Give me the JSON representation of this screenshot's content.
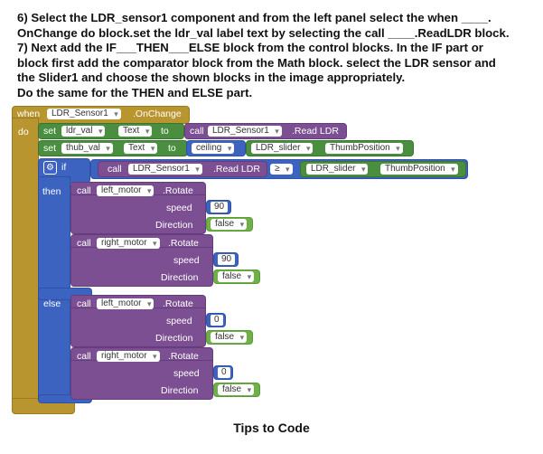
{
  "instructions": [
    "6) Select the LDR_sensor1 component and from the left panel select the when ____.",
    "OnChange do block.set the ldr_val label text by selecting the call ____.ReadLDR block.",
    "7) Next add the IF___THEN___ELSE block from the control blocks. In the IF part or",
    "block first add the comparator block from the Math block. select the LDR sensor and",
    "the Slider1 and choose the shown blocks in the image appropriately.",
    "Do the same for the THEN and ELSE part."
  ],
  "caption": "Tips to Code",
  "event_block": {
    "when": "when",
    "component": "LDR_Sensor1",
    "event": ".OnChange",
    "do": "do"
  },
  "set1": {
    "set": "set",
    "component": "ldr_val",
    "property": "Text",
    "to": "to",
    "call": "call",
    "call_component": "LDR_Sensor1",
    "method": ".Read LDR"
  },
  "set2": {
    "set": "set",
    "component": "thub_val",
    "property": "Text",
    "to": "to",
    "function": "ceiling",
    "slider": "LDR_slider",
    "slider_prop": "ThumbPosition"
  },
  "if_block": {
    "if": "if",
    "then": "then",
    "else": "else",
    "call": "call",
    "component": "LDR_Sensor1",
    "method": ".Read LDR",
    "operator": "≥",
    "slider": "LDR_slider",
    "slider_prop": "ThumbPosition"
  },
  "rotate_calls": [
    {
      "call": "call",
      "motor": "left_motor",
      "method": ".Rotate",
      "speed_label": "speed",
      "speed": "90",
      "direction_label": "Direction",
      "direction": "false"
    },
    {
      "call": "call",
      "motor": "right_motor",
      "method": ".Rotate",
      "speed_label": "speed",
      "speed": "90",
      "direction_label": "Direction",
      "direction": "false"
    },
    {
      "call": "call",
      "motor": "left_motor",
      "method": ".Rotate",
      "speed_label": "speed",
      "speed": "0",
      "direction_label": "Direction",
      "direction": "false"
    },
    {
      "call": "call",
      "motor": "right_motor",
      "method": ".Rotate",
      "speed_label": "speed",
      "speed": "0",
      "direction_label": "Direction",
      "direction": "false"
    }
  ],
  "colors": {
    "event": "#b8952e",
    "component": "#4a8e3f",
    "procedure": "#7b4f92",
    "math": "#3c63c0",
    "logic": "#6fb048",
    "number": "#3c63c0"
  }
}
